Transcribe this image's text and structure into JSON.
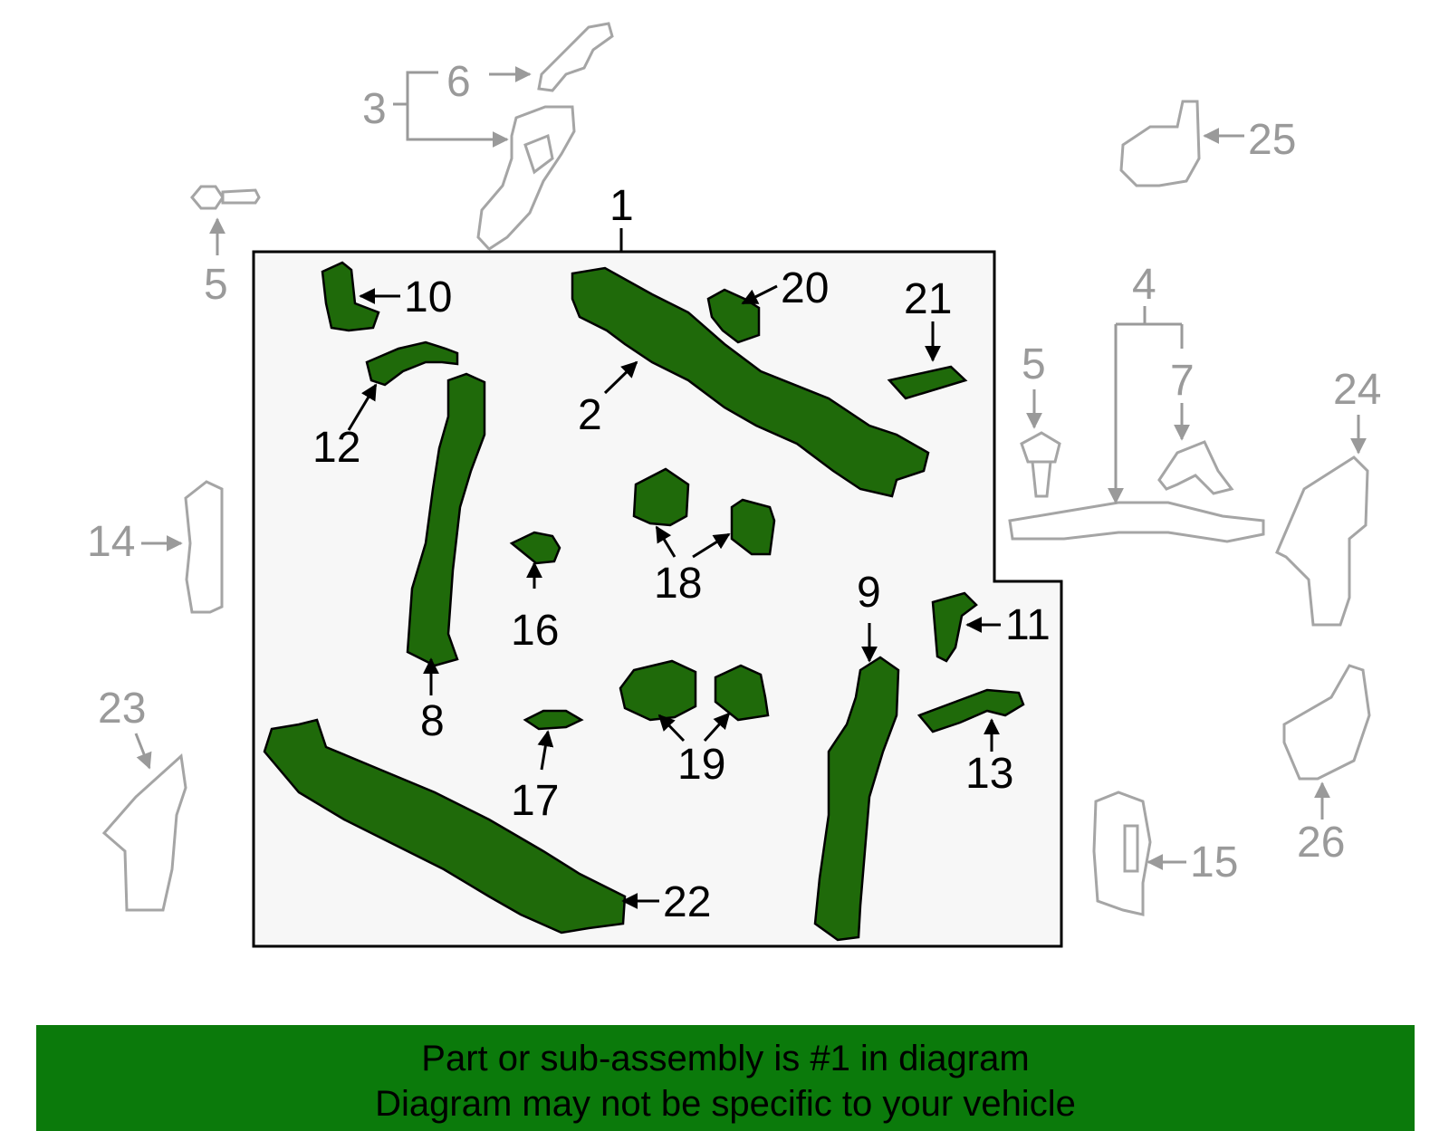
{
  "colors": {
    "highlight_part": "#1f6a0a",
    "box_fill": "#f7f7f7",
    "outline_grey": "#a5a5a5",
    "banner": "#0b7a0b"
  },
  "callouts": {
    "n1": "1",
    "n2": "2",
    "n3": "3",
    "n4": "4",
    "n5a": "5",
    "n5b": "5",
    "n6": "6",
    "n7": "7",
    "n8": "8",
    "n9": "9",
    "n10": "10",
    "n11": "11",
    "n12": "12",
    "n13": "13",
    "n14": "14",
    "n15": "15",
    "n16": "16",
    "n17": "17",
    "n18": "18",
    "n19": "19",
    "n20": "20",
    "n21": "21",
    "n22": "22",
    "n23": "23",
    "n24": "24",
    "n25": "25",
    "n26": "26"
  },
  "banner": {
    "line1": "Part or sub-assembly is #1 in diagram",
    "line2": "Diagram may not be specific to your vehicle"
  }
}
